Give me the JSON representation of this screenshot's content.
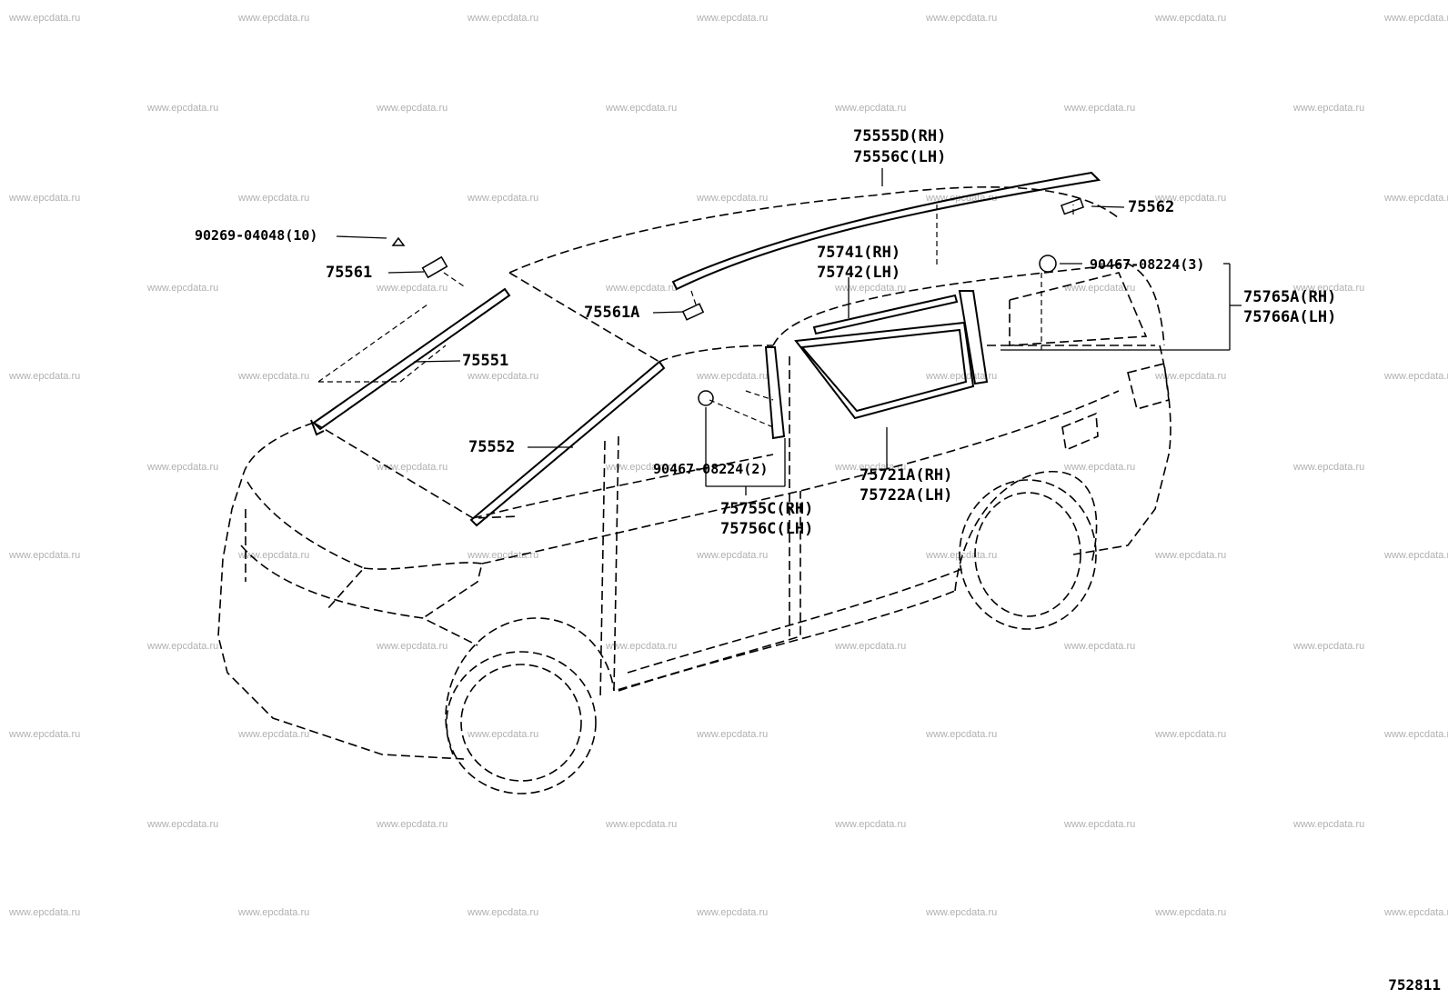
{
  "watermark": "www.epcdata.ru",
  "diagram_code": "752811",
  "parts": {
    "p75555D": "75555D(RH)",
    "p75556C": "75556C(LH)",
    "p75562": "75562",
    "p90269": "90269-04048(10)",
    "p75561": "75561",
    "p75741": "75741(RH)",
    "p75742": "75742(LH)",
    "p90467_3": "90467-08224(3)",
    "p75765A": "75765A(RH)",
    "p75766A": "75766A(LH)",
    "p75561A": "75561A",
    "p75551": "75551",
    "p75552": "75552",
    "p90467_2": "90467-08224(2)",
    "p75721A": "75721A(RH)",
    "p75722A": "75722A(LH)",
    "p75755C": "75755C(RH)",
    "p75756C": "75756C(LH)"
  }
}
